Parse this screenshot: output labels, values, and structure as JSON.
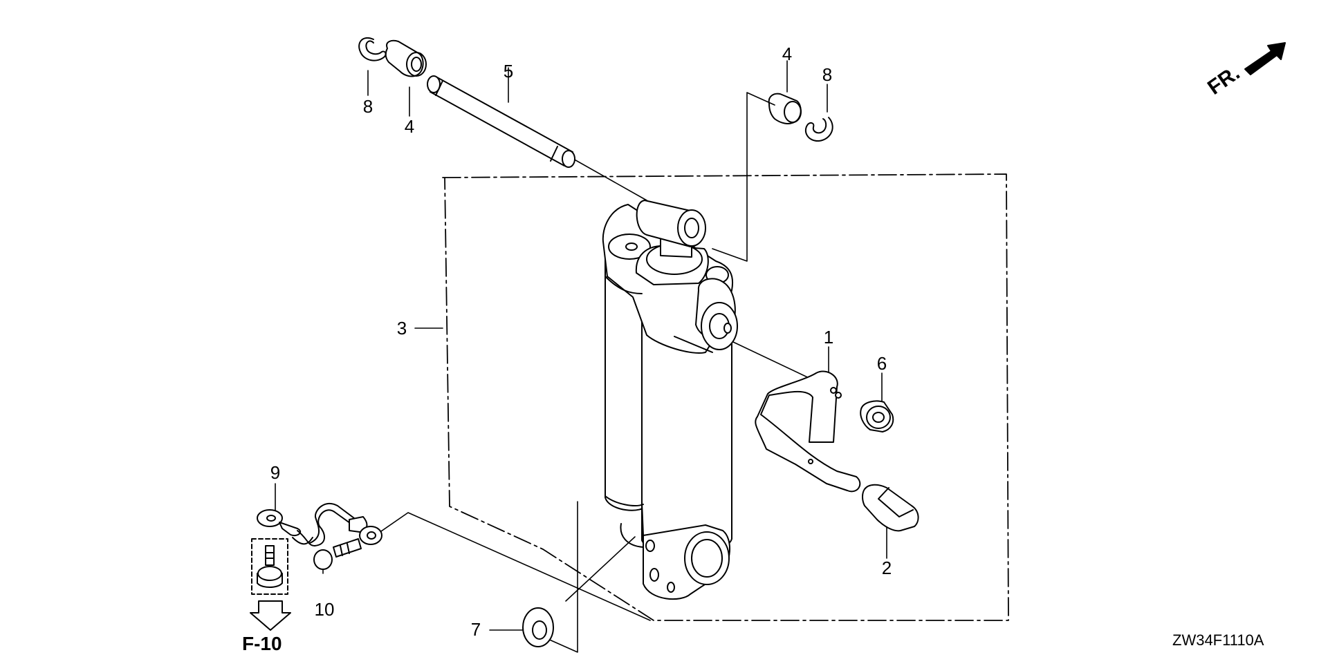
{
  "diagram": {
    "direction_label": "FR.",
    "reference_label": "F-10",
    "drawing_code": "ZW34F1110A",
    "callouts": {
      "p1": "1",
      "p2": "2",
      "p3": "3",
      "p4a": "4",
      "p4b": "4",
      "p5": "5",
      "p6": "6",
      "p7": "7",
      "p8a": "8",
      "p8b": "8",
      "p9": "9",
      "p10": "10"
    },
    "icons": [
      "forward-arrow-icon",
      "down-arrow-icon"
    ]
  }
}
